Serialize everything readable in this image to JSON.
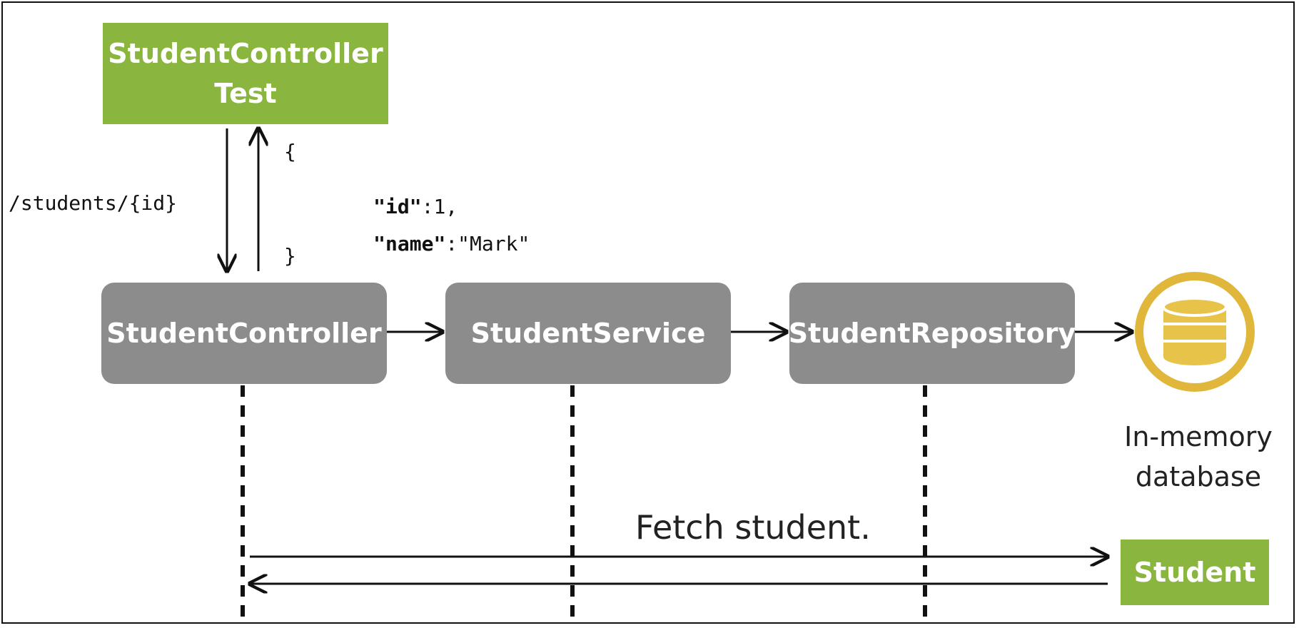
{
  "test_box": {
    "line1": "StudentController",
    "line2": "Test"
  },
  "request_path": "/students/{id}",
  "response_json": {
    "open": "{",
    "id_key": "\"id\"",
    "id_val": ":1,",
    "name_key": "\"name\"",
    "name_val": ":\"Mark\"",
    "close": "}"
  },
  "components": [
    {
      "label": "StudentController"
    },
    {
      "label": "StudentService"
    },
    {
      "label": "StudentRepository"
    }
  ],
  "database": {
    "line1": "In-memory",
    "line2": "database",
    "icon": "database-icon"
  },
  "message": "Fetch student.",
  "entity_box": {
    "label": "Student"
  },
  "colors": {
    "green": "#8ab53f",
    "gray": "#8c8c8c",
    "db_ring": "#e0b73b",
    "db_fill": "#e8c34a"
  }
}
